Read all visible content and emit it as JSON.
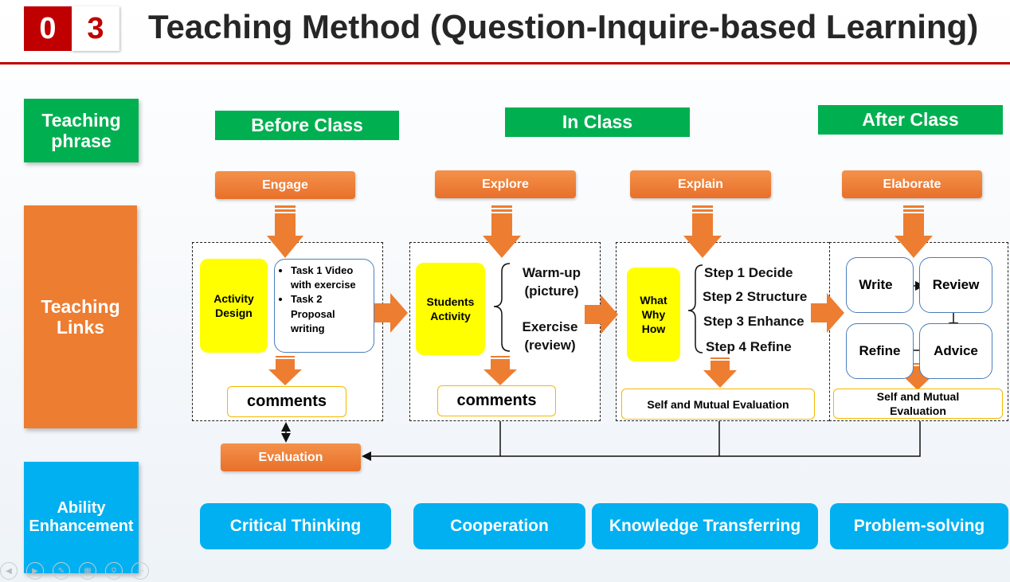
{
  "section": {
    "digit1": "0",
    "digit2": "3"
  },
  "title": "Teaching Method (Question-Inquire-based Learning)",
  "rows": {
    "phrase": "Teaching phrase",
    "links": "Teaching Links",
    "ability": "Ability Enhancement"
  },
  "phases": {
    "before": "Before Class",
    "in": "In Class",
    "after": "After Class"
  },
  "stages": {
    "engage": "Engage",
    "explore": "Explore",
    "explain": "Explain",
    "elaborate": "Elaborate"
  },
  "engage_panel": {
    "label": "Activity Design",
    "tasks": [
      "Task 1 Video with exercise",
      "Task 2 Proposal writing"
    ],
    "feedback": "comments"
  },
  "explore_panel": {
    "label": "Students Activity",
    "items": [
      "Warm-up (picture)",
      "Exercise (review)"
    ],
    "feedback": "comments"
  },
  "explain_panel": {
    "label": "What Why How",
    "steps": [
      "Step 1 Decide",
      "Step 2 Structure",
      "Step 3 Enhance",
      "Step 4 Refine"
    ],
    "feedback": "Self and Mutual Evaluation"
  },
  "elaborate_panel": {
    "cycle": [
      "Write",
      "Review",
      "Advice",
      "Refine"
    ],
    "feedback": "Self and Mutual Evaluation"
  },
  "evaluation": "Evaluation",
  "abilities": [
    "Critical Thinking",
    "Cooperation",
    "Knowledge Transferring",
    "Problem-solving"
  ],
  "colors": {
    "red": "#c00000",
    "green": "#00b050",
    "orange": "#ed7d31",
    "blue": "#00b0f0",
    "yellow": "#ffff00"
  }
}
